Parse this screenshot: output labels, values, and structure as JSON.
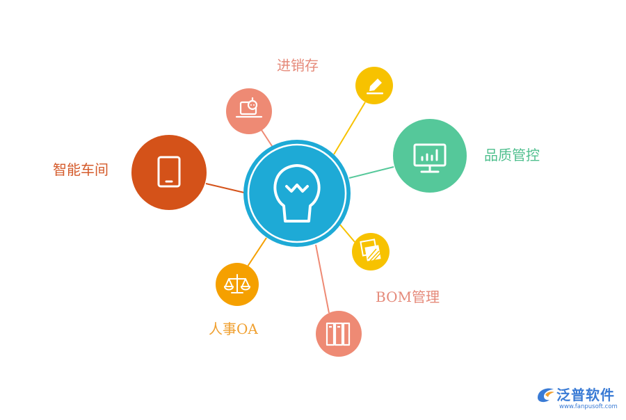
{
  "nodes": {
    "center": {
      "color": "#1eaad6"
    },
    "jinxiaocun": {
      "label": "进销存",
      "color": "#ee8a74",
      "label_color": "#e58a7a"
    },
    "pen": {
      "color": "#f7c200"
    },
    "pinzhi": {
      "label": "品质管控",
      "color": "#55c89a",
      "label_color": "#4fbf8e"
    },
    "bom": {
      "label": "BOM管理",
      "color": "#f7c200",
      "label_color": "#e58a7a"
    },
    "docs": {
      "color": "#ee8a74"
    },
    "renshi": {
      "label": "人事OA",
      "color": "#f5a000",
      "label_color": "#f0a030"
    },
    "zhineng": {
      "label": "智能车间",
      "color": "#d45219",
      "label_color": "#d45a2a"
    }
  },
  "logo": {
    "name": "泛普软件",
    "url": "www.fanpusoft.com",
    "color": "#3a7bd5"
  }
}
